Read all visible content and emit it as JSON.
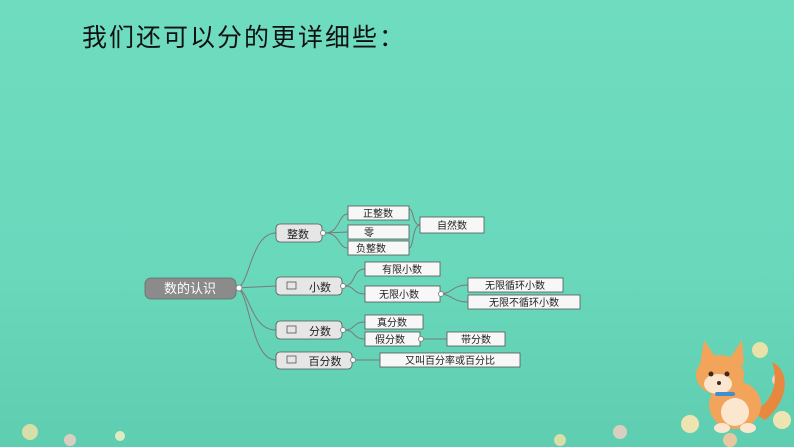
{
  "slide": {
    "heading": "我们还可以分的更详细些："
  },
  "mindmap": {
    "root": "数的认识",
    "integer": {
      "label": "整数",
      "children": [
        "正整数",
        "零",
        "负整数"
      ],
      "group_label": "自然数"
    },
    "decimal": {
      "label": "小数",
      "finite": "有限小数",
      "infinite": "无限小数",
      "infinite_children": [
        "无限循环小数",
        "无限不循环小数"
      ]
    },
    "fraction": {
      "label": "分数",
      "proper": "真分数",
      "improper": "假分数",
      "mixed": "带分数"
    },
    "percent": {
      "label": "百分数",
      "note": "又叫百分率或百分比"
    }
  },
  "colors": {
    "background": "#6fdcbf",
    "branch_icon": "#f0c24a",
    "root_fill": "#8b8b8b"
  },
  "decor": [
    "fox-illustration",
    "flower-border"
  ]
}
